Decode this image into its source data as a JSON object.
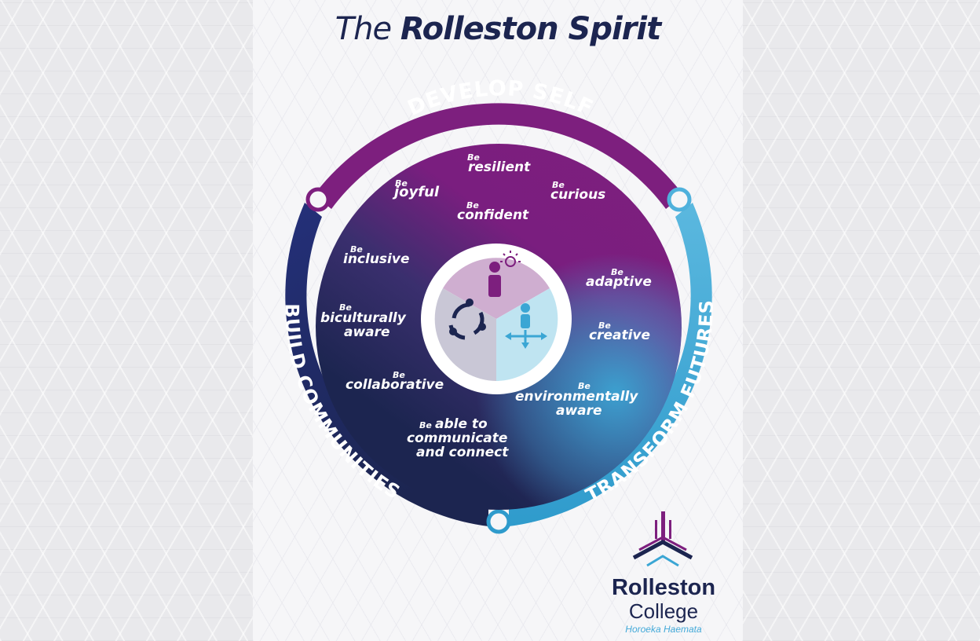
{
  "title": {
    "prefix": "The",
    "main": "Rolleston Spirit"
  },
  "arcs": {
    "top": "DEVELOP SELF",
    "left": "BUILD COMMUNITIES",
    "right": "TRANSFORM FUTURES"
  },
  "be_word": "Be",
  "attributes": {
    "resilient": "resilient",
    "joyful": "joyful",
    "curious": "curious",
    "confident": "confident",
    "inclusive": "inclusive",
    "adaptive": "adaptive",
    "biculturally_1": "biculturally",
    "biculturally_2": "aware",
    "creative": "creative",
    "collaborative": "collaborative",
    "environmentally_1": "environmentally",
    "environmentally_2": "aware",
    "communicate_1": "able to",
    "communicate_2": "communicate",
    "communicate_3": "and connect"
  },
  "logo": {
    "name": "Rolleston",
    "sub": "College",
    "tagline": "Horoeka Haemata"
  },
  "colors": {
    "navy": "#1c2550",
    "purple": "#7d1f7e",
    "blue": "#3ba6d4",
    "light_purple": "#cfaed0",
    "light_blue": "#bfe4f1",
    "light_grey": "#c9c7d6"
  },
  "icons": [
    "person-lightbulb-icon",
    "community-circle-icon",
    "person-arrows-icon"
  ]
}
